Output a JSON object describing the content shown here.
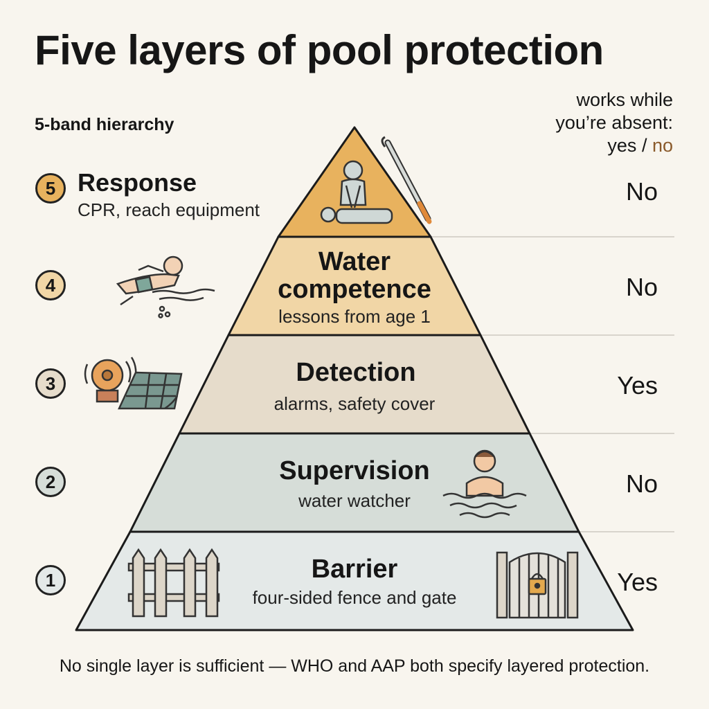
{
  "title": "Five layers of pool protection",
  "subtitle": "5-band hierarchy",
  "legend": {
    "line1": "works while",
    "line2": "you’re absent:",
    "yes": "yes",
    "sep": " / ",
    "no": "no"
  },
  "layers": [
    {
      "number": "5",
      "title": "Response",
      "subtitle": "CPR, reach equipment",
      "answer": "No",
      "color": "#e8b25e"
    },
    {
      "number": "4",
      "title": "Water\ncompetence",
      "subtitle": "lessons from age 1",
      "answer": "No",
      "color": "#f1d6a6"
    },
    {
      "number": "3",
      "title": "Detection",
      "subtitle": "alarms, safety cover",
      "answer": "Yes",
      "color": "#e6dccb"
    },
    {
      "number": "2",
      "title": "Supervision",
      "subtitle": "water watcher",
      "answer": "No",
      "color": "#d6ddd8"
    },
    {
      "number": "1",
      "title": "Barrier",
      "subtitle": "four-sided fence and gate",
      "answer": "Yes",
      "color": "#e4e9e8"
    }
  ],
  "footer": "No single layer is sufficient — WHO and AAP both specify layered protection.",
  "icons": [
    "cpr-icon",
    "reach-pole-icon",
    "swimmer-icon",
    "alarm-bell-icon",
    "safety-cover-icon",
    "supervisor-in-water-icon",
    "fence-icon",
    "locked-gate-icon"
  ]
}
